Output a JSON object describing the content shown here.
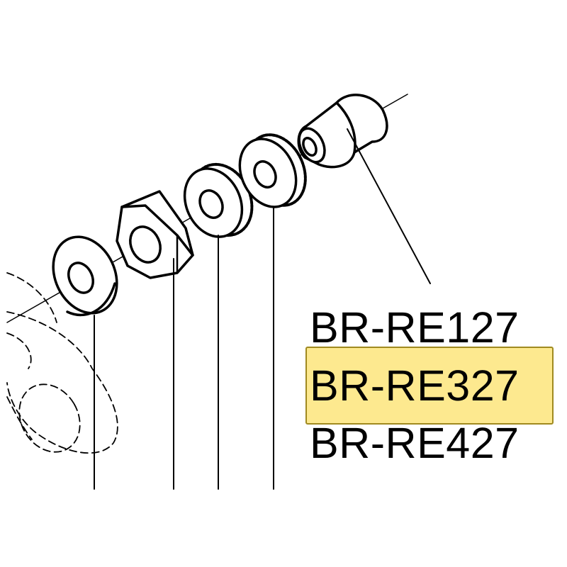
{
  "part_numbers": [
    {
      "label": "BR-RE127",
      "highlighted": false
    },
    {
      "label": "BR-RE327",
      "highlighted": true
    },
    {
      "label": "BR-RE427",
      "highlighted": false
    }
  ],
  "colors": {
    "highlight_fill": "#fde98f",
    "highlight_border": "#a08a20",
    "line": "#000000"
  }
}
